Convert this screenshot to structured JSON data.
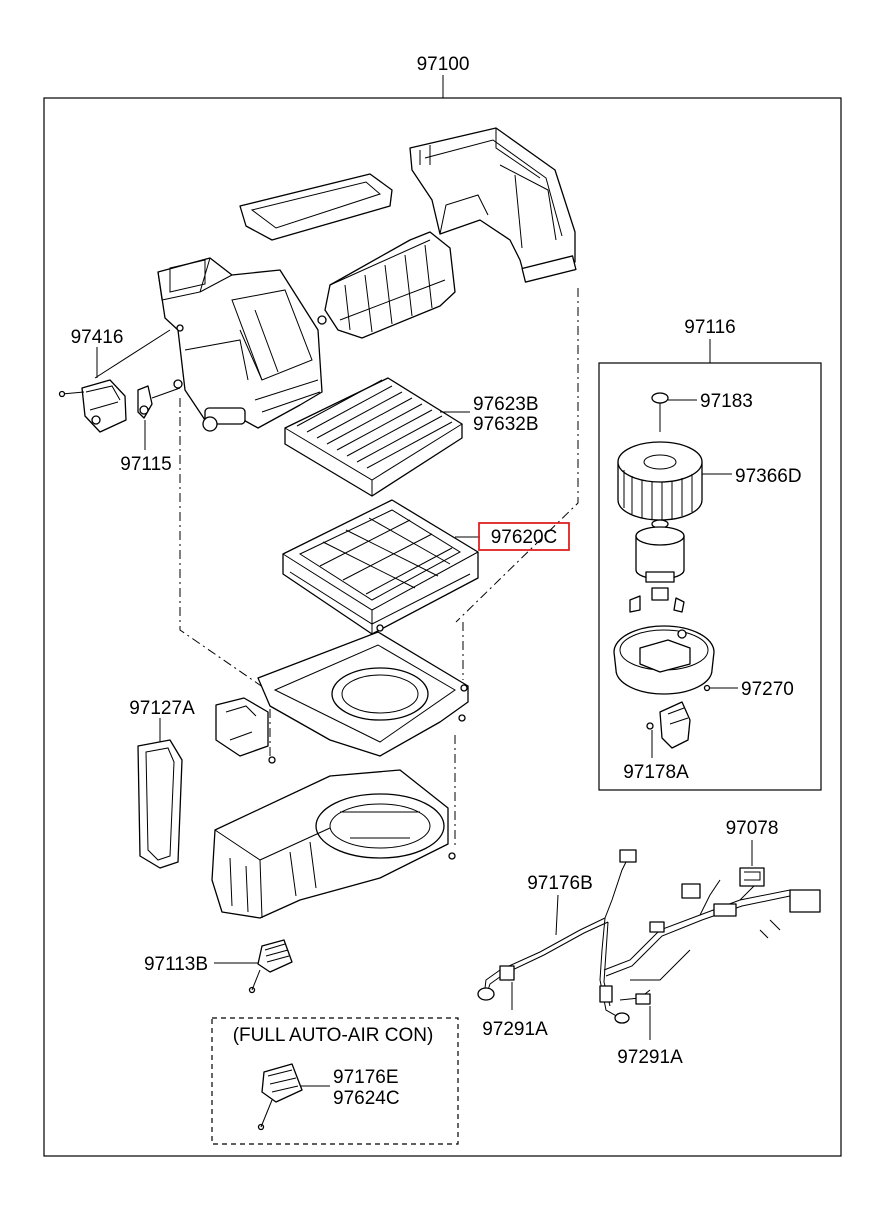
{
  "diagram": {
    "assembly_number": "97100",
    "highlight_color": "#e02020",
    "labels": {
      "p97416": "97416",
      "p97115": "97115",
      "p97623B": "97623B",
      "p97632B": "97632B",
      "p97620C": "97620C",
      "p97127A": "97127A",
      "p97113B": "97113B",
      "p97116": "97116",
      "p97183": "97183",
      "p97366D": "97366D",
      "p97270": "97270",
      "p97178A": "97178A",
      "p97078": "97078",
      "p97176B": "97176B",
      "p97291A_left": "97291A",
      "p97291A_right": "97291A",
      "p97176E": "97176E",
      "p97624C": "97624C"
    },
    "auto_aircon_caption": "(FULL AUTO-AIR CON)",
    "highlighted_part": "97620C"
  }
}
